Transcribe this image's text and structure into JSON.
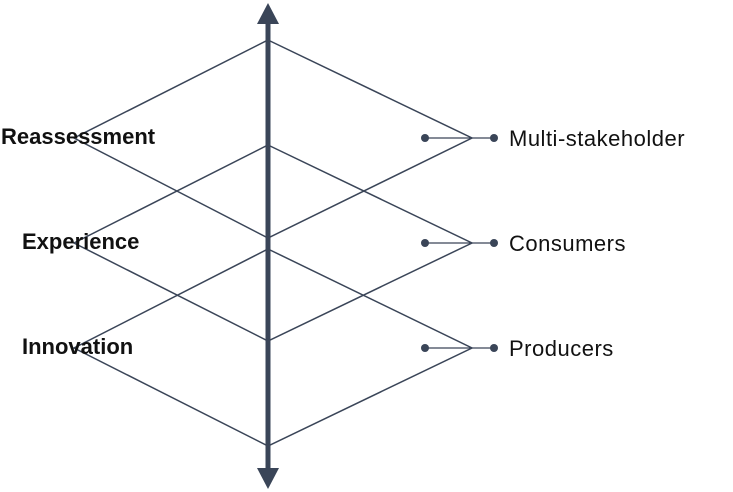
{
  "colors": {
    "axis": "#3a4558",
    "lines": "#3a4558",
    "connector": "#3a4558",
    "text": "#111111",
    "background": "#ffffff"
  },
  "left_labels": [
    "Reassessment",
    "Experience",
    "Innovation"
  ],
  "right_labels": [
    "Multi-stakeholder",
    "Consumers",
    "Producers"
  ]
}
